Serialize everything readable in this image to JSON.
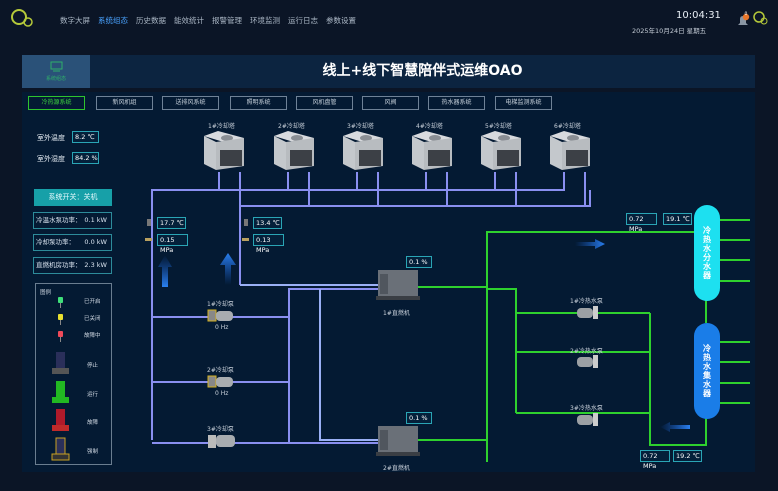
{
  "header": {
    "nav": [
      "数字大屏",
      "系统组态",
      "历史数据",
      "能效统计",
      "报警管理",
      "环境监测",
      "运行日志",
      "参数设置"
    ],
    "active_nav": 1,
    "time": "10:04:31",
    "date": "2025年10月24日 星期五",
    "alert_count": "0"
  },
  "titlebar": {
    "side_label": "系统组态",
    "title": "线上+线下智慧陪伴式运维OAO"
  },
  "tabs": [
    "冷热源系统",
    "新风机组",
    "送排风系统",
    "照明系统",
    "风机盘管",
    "风阀",
    "热水器系统",
    "电梯监测系统"
  ],
  "left": {
    "outdoor_temp_label": "室外温度",
    "outdoor_temp": "8.2 ℃",
    "outdoor_hum_label": "室外湿度",
    "outdoor_hum": "84.2 %",
    "switch": "系统开关：关机",
    "power": [
      {
        "label": "冷温水泵功率：",
        "value": "0.1 kW"
      },
      {
        "label": "冷却泵功率：",
        "value": "0.0 kW"
      },
      {
        "label": "直燃机房功率：",
        "value": "2.3 kW"
      }
    ],
    "legend_title": "图例",
    "legend": [
      "已开启",
      "已关闭",
      "故障中",
      "停止",
      "运行",
      "故障",
      "强制"
    ]
  },
  "diagram": {
    "towers": [
      "1#冷却塔",
      "2#冷却塔",
      "3#冷却塔",
      "4#冷却塔",
      "5#冷却塔",
      "6#冷却塔"
    ],
    "cooling_sensors": [
      {
        "temp": "17.7 ℃",
        "pressure": "0.15 MPa"
      },
      {
        "temp": "13.4 ℃",
        "pressure": "0.13 MPa"
      }
    ],
    "cooling_pumps": [
      {
        "name": "1#冷却泵",
        "freq": "0 Hz"
      },
      {
        "name": "2#冷却泵",
        "freq": "0 Hz"
      },
      {
        "name": "3#冷却泵",
        "freq": ""
      }
    ],
    "chillers": [
      {
        "name": "1#直燃机",
        "load": "0.1 %"
      },
      {
        "name": "2#直燃机",
        "load": "0.1 %"
      }
    ],
    "hot_pumps": [
      "1#冷热水泵",
      "2#冷热水泵",
      "3#冷热水泵"
    ],
    "supply": {
      "pressure": "0.72 MPa",
      "temp": "19.1 ℃"
    },
    "return": {
      "pressure": "0.72 MPa",
      "temp": "19.2 ℃"
    },
    "splitter": "冷热水分水器",
    "collector": "冷热水集水器"
  },
  "colors": {
    "pipe_cooling": "#8a8ff0",
    "pipe_hot": "#2ed12e",
    "splitter": "#1de0f0",
    "collector": "#1a7de8",
    "accent": "#4aa3ff"
  }
}
